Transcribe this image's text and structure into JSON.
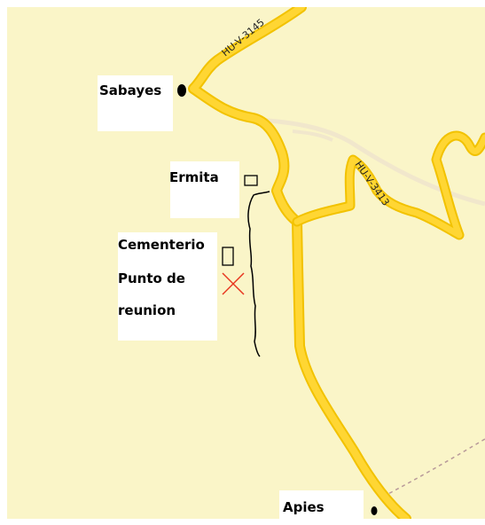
{
  "map": {
    "places": {
      "sabayes": "Sabayes",
      "ermita": "Ermita",
      "cementerio": "Cementerio",
      "punto_de_reunion_line1": "Punto de",
      "punto_de_reunion_line2": "reunion",
      "apies": "Apies"
    },
    "roads": {
      "hu_v_3145": "HU-V-3145",
      "hu_v_3413": "HU-V-3413"
    },
    "colors": {
      "background": "#faf5c8",
      "road": "#ffd633",
      "road_casing": "#f2c200",
      "secondary_road": "#f1e7cc",
      "track": "#000000",
      "meeting_marker": "#e8361f",
      "label_box": "#ffffff"
    },
    "icons": [
      "town-marker-icon",
      "building-icon",
      "cross-marker-icon"
    ]
  }
}
